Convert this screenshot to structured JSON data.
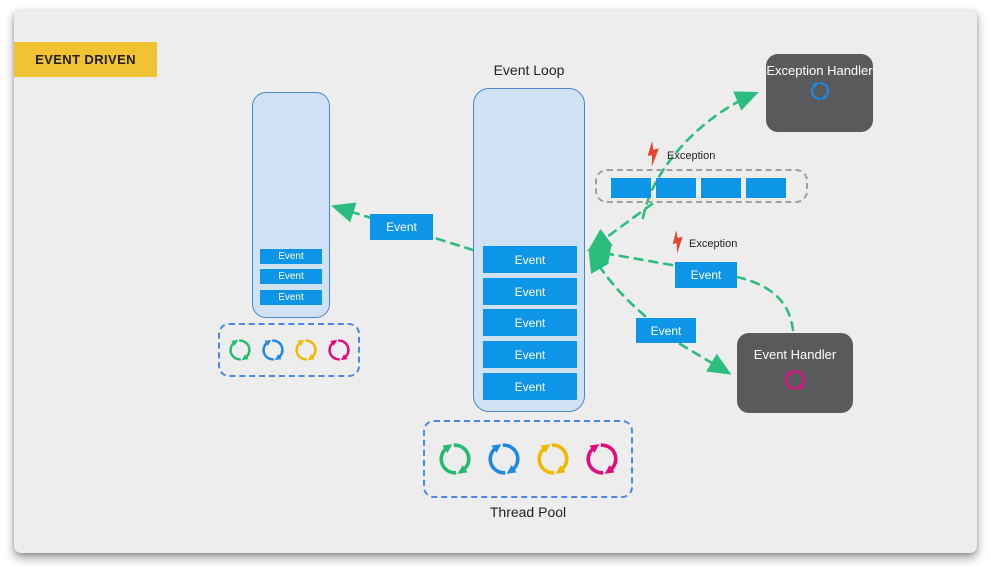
{
  "badge": {
    "label": "EVENT DRIVEN"
  },
  "event_loop": {
    "title": "Event Loop",
    "events": [
      "Event",
      "Event",
      "Event",
      "Event",
      "Event"
    ]
  },
  "worker_queue": {
    "events": [
      "Event",
      "Event",
      "Event"
    ]
  },
  "floating_events": {
    "to_worker": "Event",
    "from_source": "Event",
    "to_handler": "Event"
  },
  "exception_markers": {
    "top": "Exception",
    "middle": "Exception"
  },
  "handlers": {
    "exception": "Exception Handler",
    "event": "Event Handler"
  },
  "thread_pool": {
    "label": "Thread Pool"
  },
  "colors": {
    "accent_blue": "#0d95e8",
    "panel_fill": "#cfe2f3",
    "panel_border": "#4a86c8",
    "handler_gray": "#595a5c",
    "arrow_green": "#2bbd7e",
    "badge_yellow": "#f1c232",
    "bolt_red": "#e8432e",
    "queue_dash": "#9e9e9e",
    "pool_dash": "#4a86e8",
    "loop_icon_colors": [
      "#26b970",
      "#1e88e5",
      "#f1b800",
      "#e5097f"
    ]
  }
}
